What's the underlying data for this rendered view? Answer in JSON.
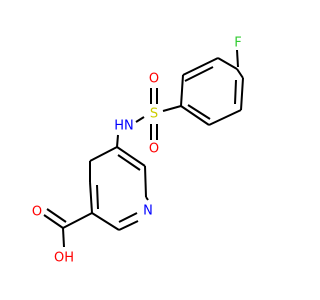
{
  "molecule": {
    "atoms": {
      "fluorine": "F",
      "sulfur": "S",
      "sulfonyl_oxygen_upper": "O",
      "sulfonyl_oxygen_lower": "O",
      "amine_nh": "HN",
      "pyridine_nitrogen": "N",
      "carbonyl_oxygen": "O",
      "hydroxyl": "OH"
    },
    "colors": {
      "bond": "#000000",
      "carbon": "#000000",
      "fluorine": "#33cc33",
      "sulfur": "#cccc00",
      "oxygen": "#ff0000",
      "nitrogen": "#0000ff"
    }
  }
}
